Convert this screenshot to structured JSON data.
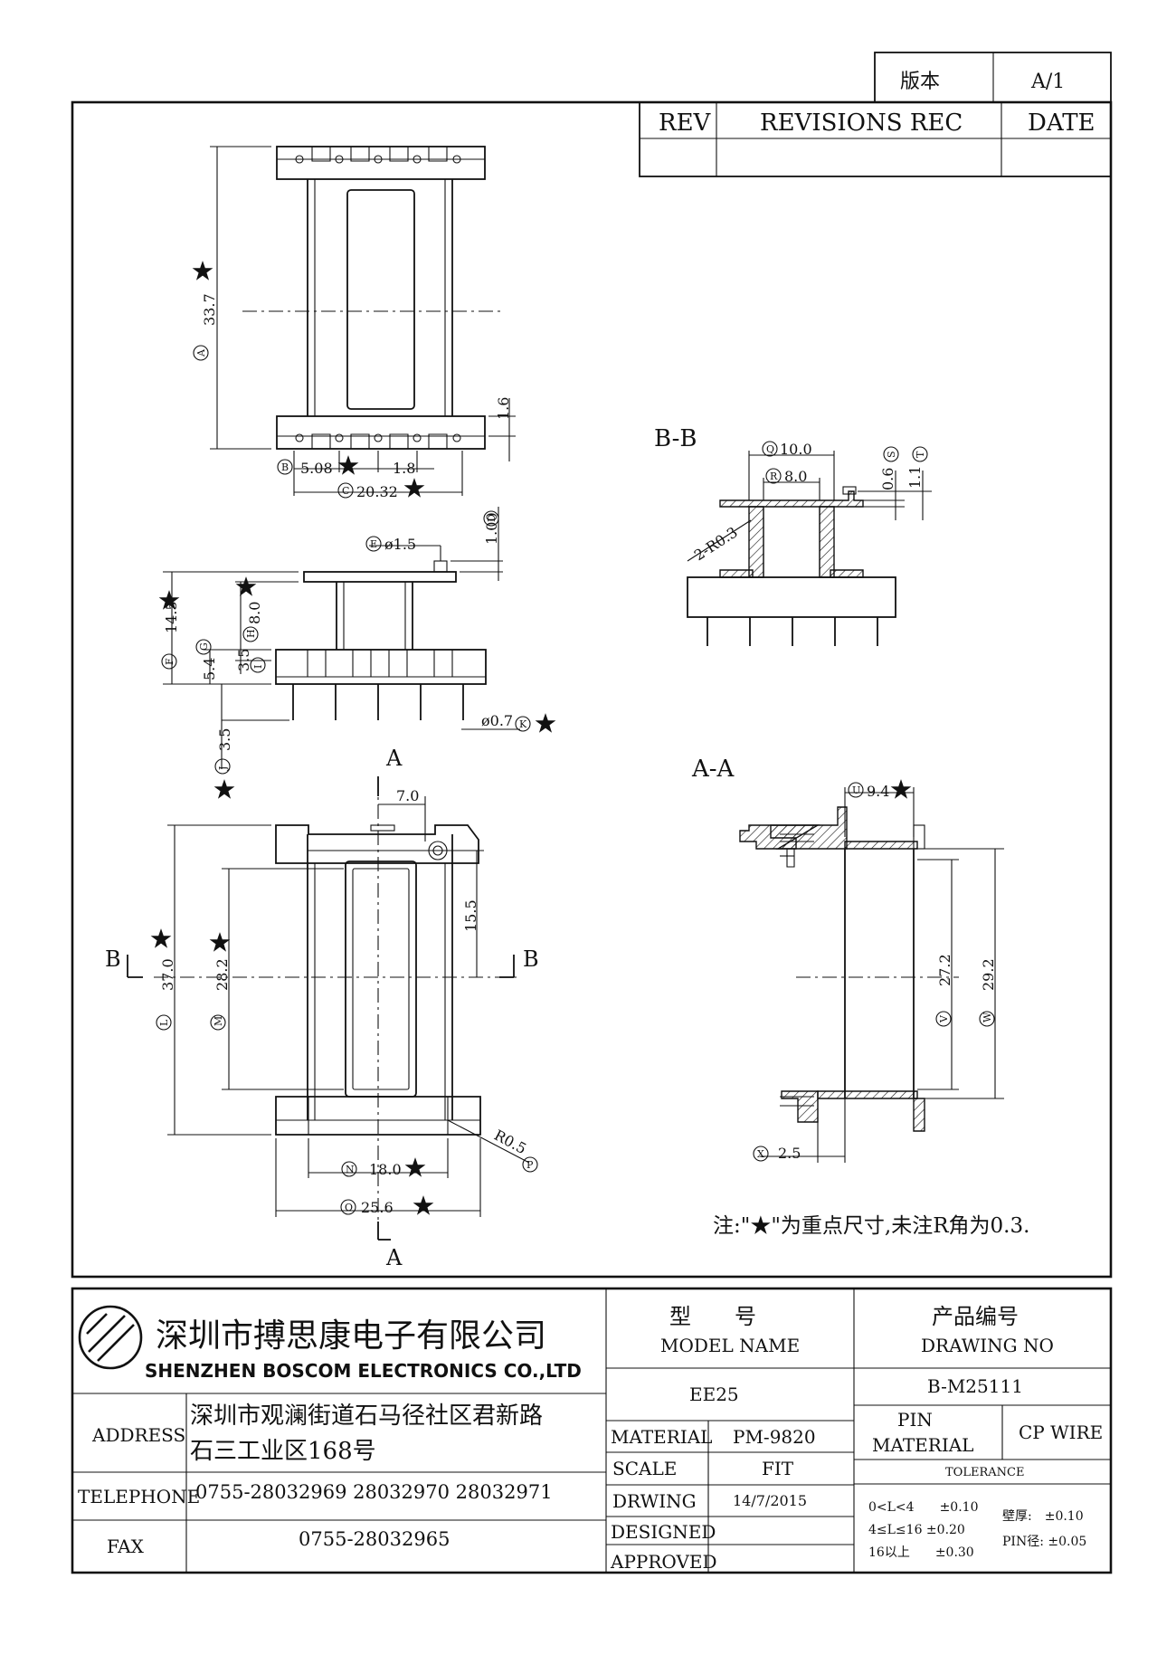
{
  "version_block": {
    "label": "版本",
    "value": "A/1"
  },
  "revision_table": {
    "rev": "REV",
    "record": "REVISIONS REC",
    "date": "DATE"
  },
  "views": {
    "bb": "B-B",
    "aa": "A-A",
    "section_a": "A",
    "section_b": "B"
  },
  "dims": {
    "top_A": "33.7",
    "top_B": "5.08",
    "top_pitch": "1.8",
    "top_C": "20.32",
    "top_flange": "1.6",
    "side_D": "1.00",
    "side_E": "ø1.5",
    "side_F": "14.5",
    "side_G": "5.4",
    "side_H": "8.0",
    "side_I": "3.5",
    "side_J": "3.5",
    "side_K": "ø0.7",
    "bot_offset": "7.0",
    "bot_mid": "15.5",
    "bot_L": "37.0",
    "bot_M": "28.2",
    "bot_N": "18.0",
    "bot_O": "25.6",
    "bot_P": "R0.5",
    "bb_Q": "10.0",
    "bb_R": "8.0",
    "bb_S": "0.6",
    "bb_T": "1.1",
    "bb_radius": "2-R0.3",
    "aa_U": "9.4",
    "aa_V": "27.2",
    "aa_W": "29.2",
    "aa_X": "2.5"
  },
  "letters": {
    "A": "A",
    "B": "B",
    "C": "C",
    "D": "D",
    "E": "E",
    "F": "F",
    "G": "G",
    "H": "H",
    "I": "I",
    "J": "J",
    "K": "K",
    "L": "L",
    "M": "M",
    "N": "N",
    "O": "O",
    "P": "P",
    "Q": "Q",
    "R": "R",
    "S": "S",
    "T": "T",
    "U": "U",
    "V": "V",
    "W": "W",
    "X": "X"
  },
  "note": "注:\"★\"为重点尺寸,未注R角为0.3.",
  "title_block": {
    "company_cn": "深圳市搏思康电子有限公司",
    "company_en": "SHENZHEN BOSCOM ELECTRONICS CO.,LTD",
    "address_label": "ADDRESS",
    "address_line1": "深圳市观澜街道石马径社区君新路",
    "address_line2": "石三工业区168号",
    "telephone_label": "TELEPHONE",
    "telephone": "0755-28032969 28032970 28032971",
    "fax_label": "FAX",
    "fax": "0755-28032965",
    "model_cn": "型　　号",
    "model_en": "MODEL NAME",
    "model_value": "EE25",
    "drawing_cn": "产品编号",
    "drawing_en": "DRAWING NO",
    "drawing_value": "B-M25111",
    "material_label": "MATERIAL",
    "material_value": "PM-9820",
    "scale_label": "SCALE",
    "scale_value": "FIT",
    "drwing_label": "DRWING",
    "drwing_value": "14/7/2015",
    "designed_label": "DESIGNED",
    "approved_label": "APPROVED",
    "pin_label1": "PIN",
    "pin_label2": "MATERIAL",
    "pin_value": "CP WIRE",
    "tolerance_label": "TOLERANCE",
    "tol_1": "0<L<4　　±0.10",
    "tol_2": "4≤L≤16 ±0.20",
    "tol_3": "16以上　　±0.30",
    "tol_wall": "壁厚:　±0.10",
    "tol_pin": "PIN径: ±0.05"
  }
}
